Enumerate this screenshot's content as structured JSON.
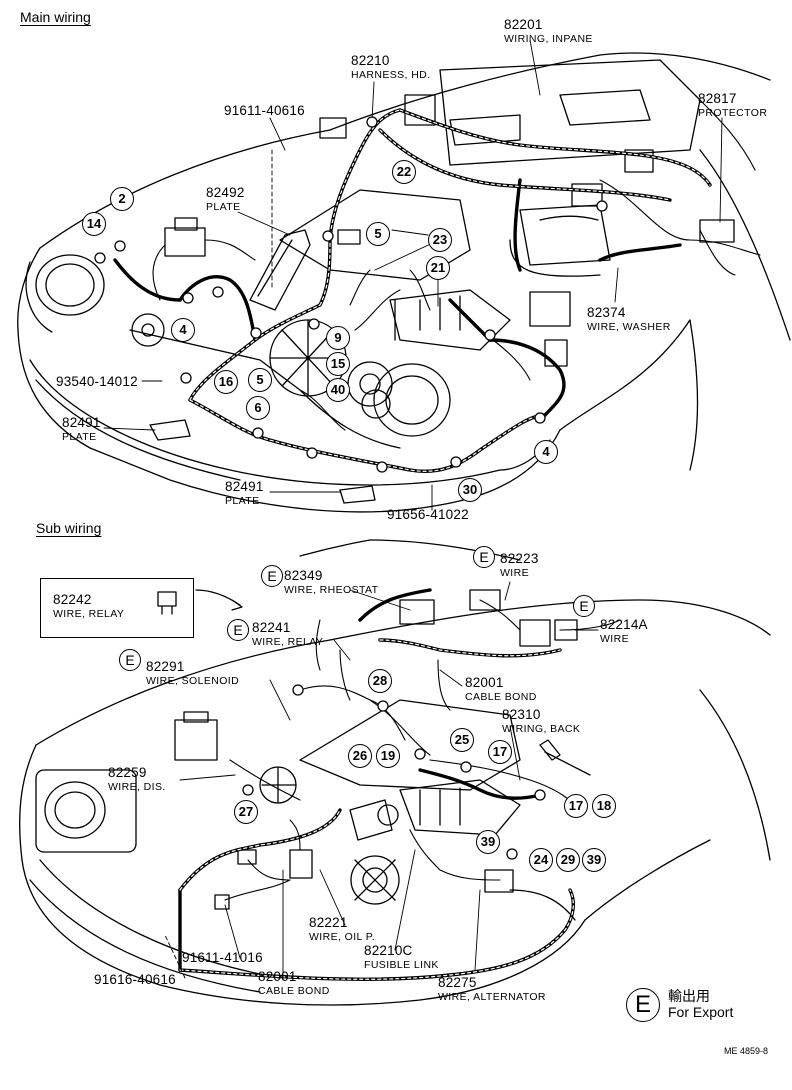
{
  "sections": {
    "main": "Main wiring",
    "sub": "Sub wiring"
  },
  "main_parts": [
    {
      "id": "82201",
      "num": "82201",
      "name": "WIRING, INPANE"
    },
    {
      "id": "82210",
      "num": "82210",
      "name": "HARNESS, HD."
    },
    {
      "id": "91611-40616",
      "num": "91611-40616",
      "name": ""
    },
    {
      "id": "82817",
      "num": "82817",
      "name": "PROTECTOR"
    },
    {
      "id": "82492",
      "num": "82492",
      "name": "PLATE"
    },
    {
      "id": "82374",
      "num": "82374",
      "name": "WIRE, WASHER"
    },
    {
      "id": "93540-14012",
      "num": "93540-14012",
      "name": ""
    },
    {
      "id": "82491a",
      "num": "82491",
      "name": "PLATE"
    },
    {
      "id": "82491b",
      "num": "82491",
      "name": "PLATE"
    },
    {
      "id": "91656-41022",
      "num": "91656-41022",
      "name": ""
    }
  ],
  "main_bubbles": [
    "2",
    "14",
    "22",
    "5",
    "23",
    "21",
    "4",
    "9",
    "15",
    "16",
    "5",
    "40",
    "6",
    "4",
    "30"
  ],
  "relay_box": {
    "num": "82242",
    "name": "WIRE, RELAY"
  },
  "sub_parts": [
    {
      "id": "82349",
      "num": "82349",
      "name": "WIRE, RHEOSTAT",
      "export": true
    },
    {
      "id": "82223",
      "num": "82223",
      "name": "WIRE",
      "export": true
    },
    {
      "id": "82214A",
      "num": "82214A",
      "name": "WIRE",
      "export": true
    },
    {
      "id": "82241",
      "num": "82241",
      "name": "WIRE, RELAY",
      "export": true
    },
    {
      "id": "82291",
      "num": "82291",
      "name": "WIRE, SOLENOID",
      "export": true
    },
    {
      "id": "82001a",
      "num": "82001",
      "name": "CABLE BOND",
      "export": false
    },
    {
      "id": "82310",
      "num": "82310",
      "name": "WIRING, BACK",
      "export": false
    },
    {
      "id": "82259",
      "num": "82259",
      "name": "WIRE, DIS.",
      "export": false
    },
    {
      "id": "82221",
      "num": "82221",
      "name": "WIRE, OIL P.",
      "export": false
    },
    {
      "id": "82210C",
      "num": "82210C",
      "name": "FUSIBLE LINK",
      "export": false
    },
    {
      "id": "91611-41016",
      "num": "91611-41016",
      "name": "",
      "export": false
    },
    {
      "id": "91616-40616",
      "num": "91616-40616",
      "name": "",
      "export": false
    },
    {
      "id": "82001b",
      "num": "82001",
      "name": "CABLE BOND",
      "export": false
    },
    {
      "id": "82275",
      "num": "82275",
      "name": "WIRE, ALTERNATOR",
      "export": false
    }
  ],
  "sub_bubbles": [
    "28",
    "25",
    "17",
    "26",
    "19",
    "17",
    "18",
    "27",
    "39",
    "24",
    "29",
    "39"
  ],
  "export_mark": "E",
  "legend": {
    "mark": "E",
    "jp": "輸出用",
    "en": "For Export"
  },
  "figure_code": "ME 4859-8"
}
